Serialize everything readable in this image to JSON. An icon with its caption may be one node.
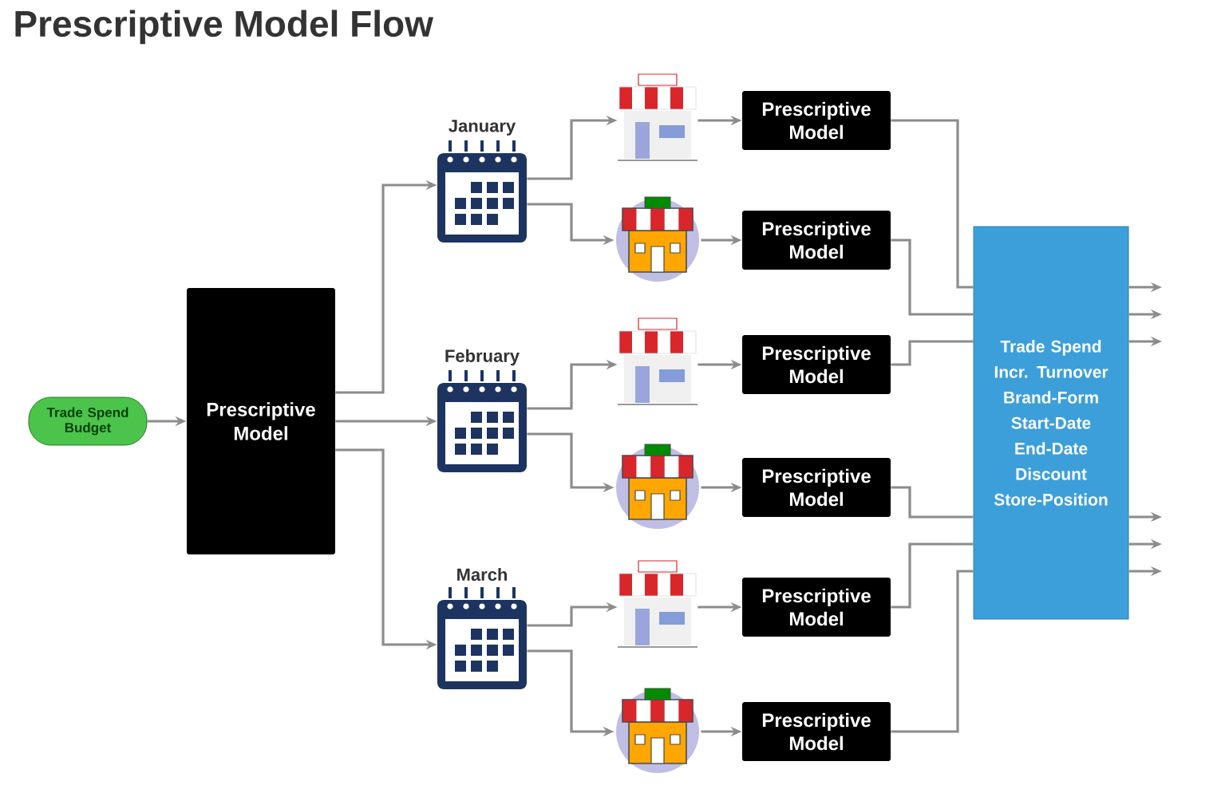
{
  "diagram": {
    "title": "Prescriptive Model Flow",
    "nodes": [
      {
        "text": [
          "Trade Spend Budget"
        ]
      },
      {
        "text": [
          "Prescriptive Model"
        ]
      },
      {
        "text": [
          "January"
        ]
      },
      {
        "text": [],
        "shape": "shop"
      },
      {
        "text": [],
        "shape": "shop"
      },
      {
        "text": [
          "Prescriptive Model"
        ]
      },
      {
        "text": [
          "Prescriptive Model"
        ]
      },
      {
        "text": [
          "February"
        ]
      },
      {
        "text": [],
        "shape": "shop"
      },
      {
        "text": [],
        "shape": "shop"
      },
      {
        "text": [
          "Prescriptive Model"
        ]
      },
      {
        "text": [
          "Prescriptive Model"
        ]
      },
      {
        "text": [
          "March"
        ]
      },
      {
        "text": [],
        "shape": "shop"
      },
      {
        "text": [],
        "shape": "shop"
      },
      {
        "text": [
          "Prescriptive Model"
        ]
      },
      {
        "text": [
          "Prescriptive Model"
        ]
      },
      {
        "text": [
          "Trade Spend",
          "Incr. Turnover",
          "Brand-Form",
          "Start-Date",
          "End-Date",
          "Discount",
          "Store-Position"
        ]
      }
    ],
    "edges": [
      {
        "from": 0,
        "to": 1,
        "arrow": "to"
      },
      {
        "from": 1,
        "to": 2,
        "arrow": "to"
      },
      {
        "from": 1,
        "to": 7,
        "arrow": "to"
      },
      {
        "from": 1,
        "to": 12,
        "arrow": "to"
      },
      {
        "from": 2,
        "to": 3,
        "arrow": "to"
      },
      {
        "from": 2,
        "to": 4,
        "arrow": "to"
      },
      {
        "from": 3,
        "to": 5,
        "arrow": "to"
      },
      {
        "from": 4,
        "to": 6,
        "arrow": "to"
      },
      {
        "from": 7,
        "to": 8,
        "arrow": "to"
      },
      {
        "from": 7,
        "to": 9,
        "arrow": "to"
      },
      {
        "from": 8,
        "to": 10,
        "arrow": "to"
      },
      {
        "from": 9,
        "to": 11,
        "arrow": "to"
      },
      {
        "from": 12,
        "to": 13,
        "arrow": "to"
      },
      {
        "from": 12,
        "to": 14,
        "arrow": "to"
      },
      {
        "from": 13,
        "to": 15,
        "arrow": "to"
      },
      {
        "from": 14,
        "to": 16,
        "arrow": "to"
      },
      {
        "from": 5,
        "to": 17,
        "arrow": "none"
      },
      {
        "from": 6,
        "to": 17,
        "arrow": "none"
      },
      {
        "from": 10,
        "to": 17,
        "arrow": "none"
      },
      {
        "from": 11,
        "to": 17,
        "arrow": "none"
      },
      {
        "from": 15,
        "to": 17,
        "arrow": "none"
      },
      {
        "from": 16,
        "to": 17,
        "arrow": "none"
      },
      {
        "from": 17,
        "to": null,
        "arrow": "to"
      },
      {
        "from": 17,
        "to": null,
        "arrow": "to"
      },
      {
        "from": 17,
        "to": null,
        "arrow": "to"
      },
      {
        "from": 17,
        "to": null,
        "arrow": "to"
      },
      {
        "from": 17,
        "to": null,
        "arrow": "to"
      },
      {
        "from": 17,
        "to": null,
        "arrow": "to"
      }
    ]
  }
}
